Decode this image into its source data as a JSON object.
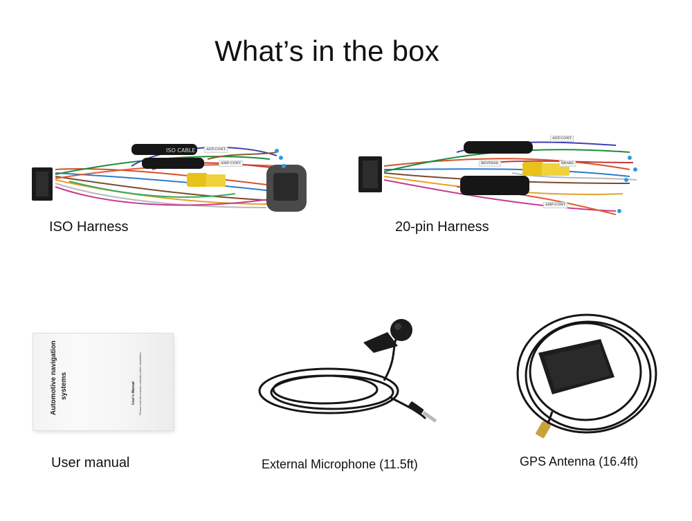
{
  "page": {
    "title": "What’s in the box"
  },
  "items": [
    {
      "caption": "ISO Harness"
    },
    {
      "caption": "20-pin Harness"
    },
    {
      "caption": "User manual"
    },
    {
      "caption": "External Microphone (11.5ft)"
    },
    {
      "caption": "GPS Antenna (16.4ft)"
    }
  ],
  "harness_labels": {
    "iso_tube": "ISO CABLE",
    "iso_tag_1": "ANT-CONT",
    "iso_tag_2": "AMP-CONT",
    "pin20_tag_1": "ANT-CONT",
    "pin20_tag_2": "BRAKE",
    "pin20_tag_3": "REVERSE",
    "pin20_tag_4": "AMP-CONT"
  },
  "manual": {
    "title_line_1": "Automotive navigation",
    "title_line_2": "systems",
    "subtitle": "User's Manual",
    "note": "Please read the manual carefully before installation"
  },
  "colors": {
    "background": "#ffffff",
    "text": "#111111",
    "cable_black": "#151515",
    "rca_yellow": "#e8c21a",
    "foam_gray": "#4a4a4a"
  }
}
